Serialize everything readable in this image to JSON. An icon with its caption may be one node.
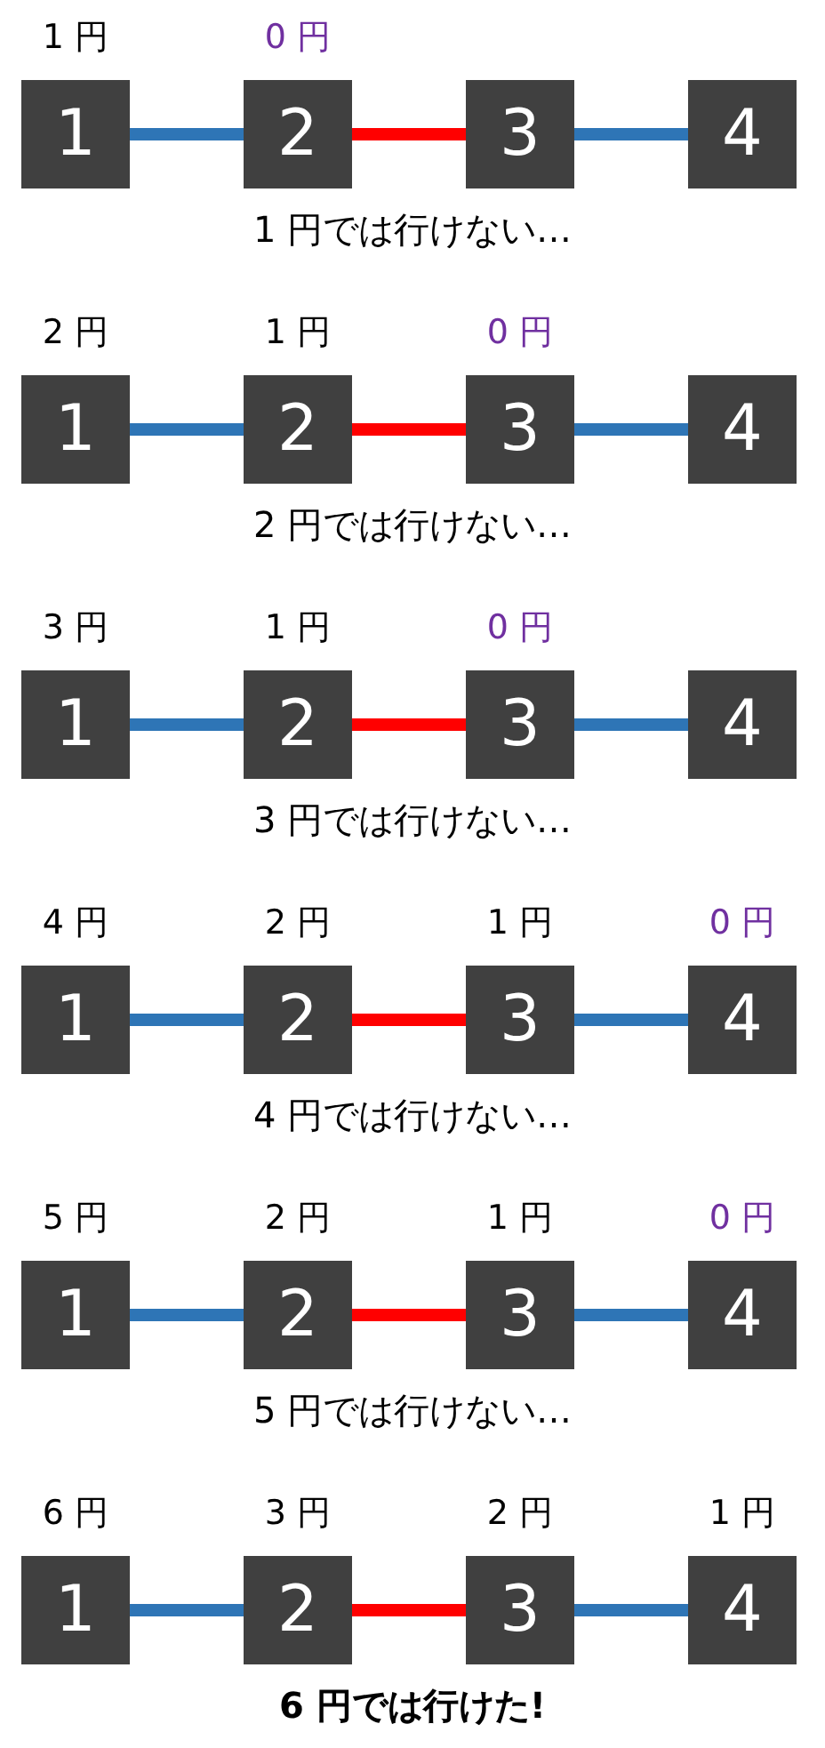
{
  "diagram": {
    "nodes": [
      {
        "text": [
          "1"
        ],
        "beside": [
          "1 円"
        ]
      },
      {
        "text": [
          "2"
        ],
        "beside": [
          "0 円"
        ]
      },
      {
        "text": [
          "3"
        ]
      },
      {
        "text": [
          "4"
        ]
      },
      {
        "text": [
          "1"
        ],
        "beside": [
          "2 円"
        ]
      },
      {
        "text": [
          "2"
        ],
        "beside": [
          "1 円"
        ]
      },
      {
        "text": [
          "3"
        ],
        "beside": [
          "0 円"
        ]
      },
      {
        "text": [
          "4"
        ]
      },
      {
        "text": [
          "1"
        ],
        "beside": [
          "3 円"
        ]
      },
      {
        "text": [
          "2"
        ],
        "beside": [
          "1 円"
        ]
      },
      {
        "text": [
          "3"
        ],
        "beside": [
          "0 円"
        ]
      },
      {
        "text": [
          "4"
        ]
      },
      {
        "text": [
          "1"
        ],
        "beside": [
          "4 円"
        ]
      },
      {
        "text": [
          "2"
        ],
        "beside": [
          "2 円"
        ]
      },
      {
        "text": [
          "3"
        ],
        "beside": [
          "1 円"
        ]
      },
      {
        "text": [
          "4"
        ],
        "beside": [
          "0 円"
        ]
      },
      {
        "text": [
          "1"
        ],
        "beside": [
          "5 円"
        ]
      },
      {
        "text": [
          "2"
        ],
        "beside": [
          "2 円"
        ]
      },
      {
        "text": [
          "3"
        ],
        "beside": [
          "1 円"
        ]
      },
      {
        "text": [
          "4"
        ],
        "beside": [
          "0 円"
        ]
      },
      {
        "text": [
          "1"
        ],
        "beside": [
          "6 円"
        ]
      },
      {
        "text": [
          "2"
        ],
        "beside": [
          "3 円"
        ]
      },
      {
        "text": [
          "3"
        ],
        "beside": [
          "2 円"
        ]
      },
      {
        "text": [
          "4"
        ],
        "beside": [
          "1 円"
        ]
      }
    ],
    "edges": [
      {
        "from": 0,
        "to": 1,
        "arrow": "none"
      },
      {
        "from": 1,
        "to": 2,
        "arrow": "none",
        "color": "#ff0000"
      },
      {
        "from": 2,
        "to": 3,
        "arrow": "none"
      },
      {
        "from": 4,
        "to": 5,
        "arrow": "none"
      },
      {
        "from": 5,
        "to": 6,
        "arrow": "none",
        "color": "#ff0000"
      },
      {
        "from": 6,
        "to": 7,
        "arrow": "none"
      },
      {
        "from": 8,
        "to": 9,
        "arrow": "none"
      },
      {
        "from": 9,
        "to": 10,
        "arrow": "none",
        "color": "#ff0000"
      },
      {
        "from": 10,
        "to": 11,
        "arrow": "none"
      },
      {
        "from": 12,
        "to": 13,
        "arrow": "none"
      },
      {
        "from": 13,
        "to": 14,
        "arrow": "none",
        "color": "#ff0000"
      },
      {
        "from": 14,
        "to": 15,
        "arrow": "none"
      },
      {
        "from": 16,
        "to": 17,
        "arrow": "none"
      },
      {
        "from": 17,
        "to": 18,
        "arrow": "none",
        "color": "#ff0000"
      },
      {
        "from": 18,
        "to": 19,
        "arrow": "none"
      },
      {
        "from": 20,
        "to": 21,
        "arrow": "none"
      },
      {
        "from": 21,
        "to": 22,
        "arrow": "none",
        "color": "#ff0000"
      },
      {
        "from": 22,
        "to": 23,
        "arrow": "none"
      }
    ],
    "labels": [
      "1 円では行けない…",
      "2 円では行けない…",
      "3 円では行けない…",
      "4 円では行けない…",
      "5 円では行けない…",
      "6 円では行けた!"
    ]
  }
}
